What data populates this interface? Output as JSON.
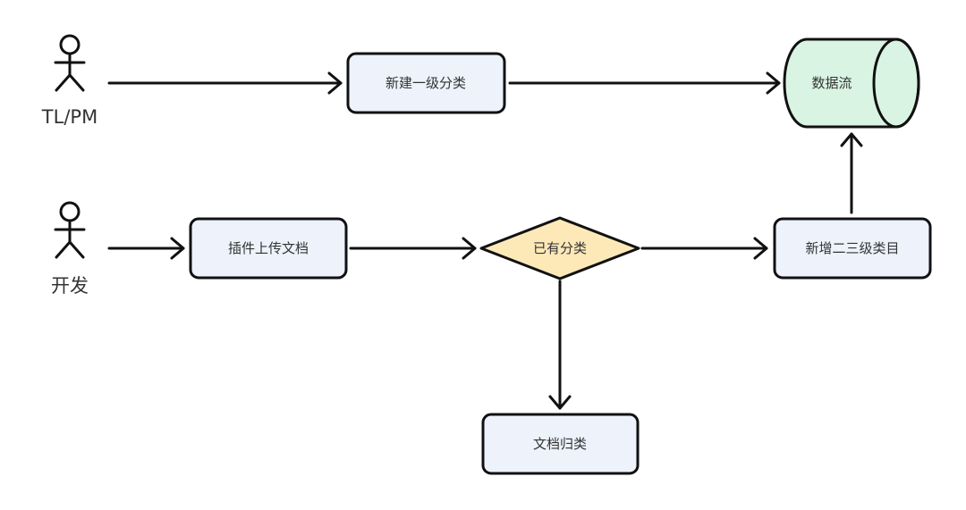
{
  "actors": {
    "tl_pm": "TL/PM",
    "developer": "开发"
  },
  "nodes": {
    "create_level1": "新建一级分类",
    "upload_doc": "插件上传文档",
    "has_category": "已有分类",
    "add_level23": "新增二三级类目",
    "data_stream": "数据流",
    "doc_classify": "文档归类"
  },
  "colors": {
    "process_fill": "#edf2fb",
    "decision_fill": "#fde9b8",
    "datastore_fill": "#d9f4e2",
    "stroke": "#111111"
  }
}
